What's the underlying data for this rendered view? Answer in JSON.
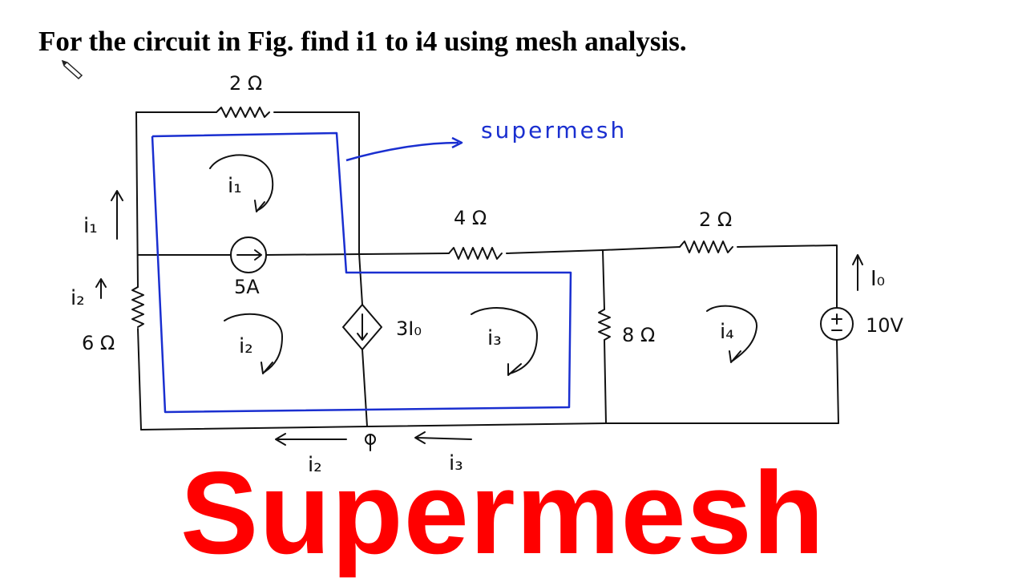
{
  "title": "For the circuit in Fig. find i1 to i4 using mesh analysis.",
  "banner": "Supermesh",
  "colors": {
    "wire": "#111111",
    "supermesh": "#1a2fd0",
    "banner": "#ff0000"
  },
  "components": {
    "r_top": "2 Ω",
    "r_left": "6 Ω",
    "r_mid": "4 Ω",
    "r_right": "2 Ω",
    "r_shunt": "8 Ω",
    "current_source": "5A",
    "dependent_source": "3I₀",
    "voltage_source": "10V",
    "voltage_source_current": "I₀"
  },
  "mesh_labels": {
    "m1": "i₁",
    "m2": "i₂",
    "m3": "i₃",
    "m4": "i₄"
  },
  "branch_labels": {
    "left_upper": "i₁",
    "left_lower": "i₂",
    "bottom_left": "i₂",
    "bottom_right": "i₃"
  },
  "supermesh_label": "supermesh",
  "icons": {
    "cursor": "pencil-icon"
  }
}
